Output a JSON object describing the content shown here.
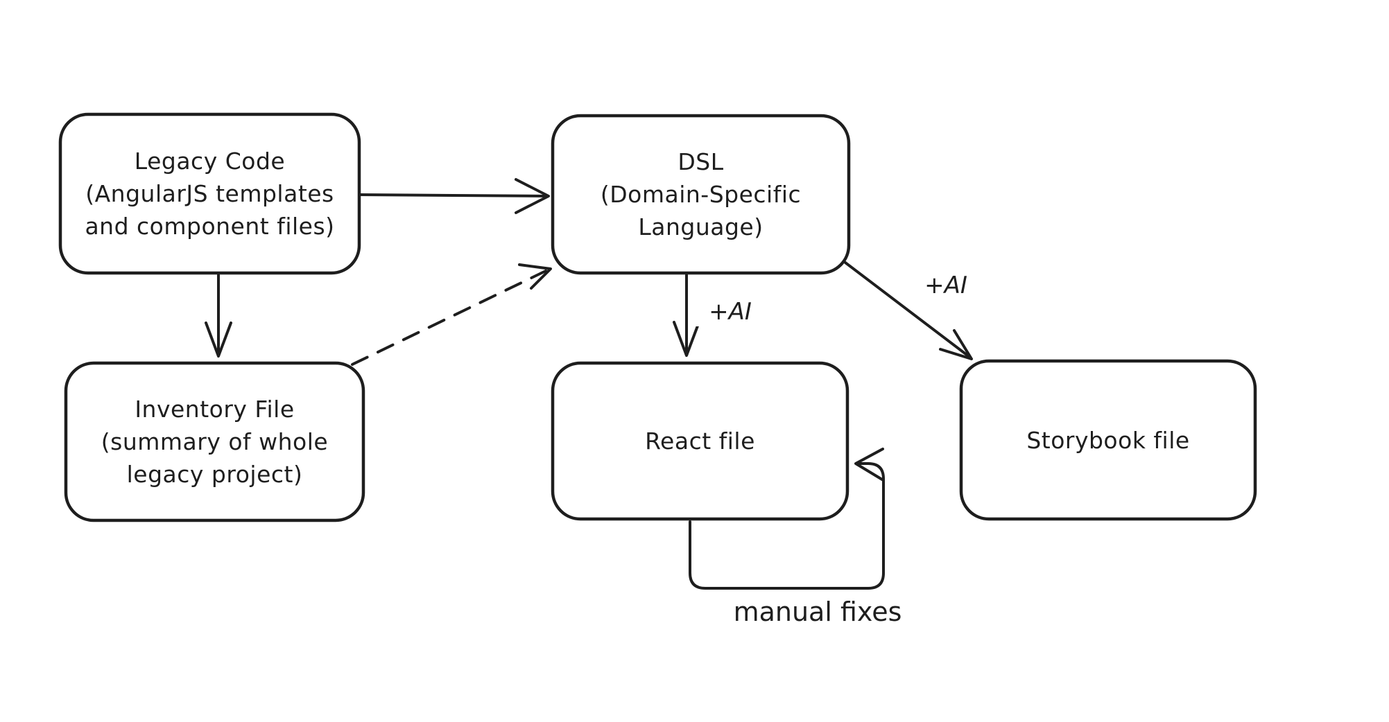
{
  "diagram": {
    "background": "#ffffff",
    "stroke": "#1e1e1e",
    "nodes": [
      {
        "id": "legacy-code",
        "label": "Legacy Code\n(AngularJS templates\nand component files)"
      },
      {
        "id": "dsl",
        "label": "DSL\n(Domain-Specific\nLanguage)"
      },
      {
        "id": "inventory-file",
        "label": "Inventory File\n(summary of whole\nlegacy project)"
      },
      {
        "id": "react-file",
        "label": "React file"
      },
      {
        "id": "storybook-file",
        "label": "Storybook file"
      }
    ],
    "edges": [
      {
        "id": "legacy-to-dsl",
        "from": "legacy-code",
        "to": "dsl",
        "style": "solid",
        "label": ""
      },
      {
        "id": "legacy-to-inventory",
        "from": "legacy-code",
        "to": "inventory-file",
        "style": "solid",
        "label": ""
      },
      {
        "id": "inventory-to-dsl",
        "from": "inventory-file",
        "to": "dsl",
        "style": "dashed",
        "label": ""
      },
      {
        "id": "dsl-to-react",
        "from": "dsl",
        "to": "react-file",
        "style": "solid",
        "label": "+AI"
      },
      {
        "id": "dsl-to-storybook",
        "from": "dsl",
        "to": "storybook-file",
        "style": "solid",
        "label": "+AI"
      },
      {
        "id": "react-self-loop",
        "from": "react-file",
        "to": "react-file",
        "style": "solid",
        "label": "manual fixes"
      }
    ]
  }
}
